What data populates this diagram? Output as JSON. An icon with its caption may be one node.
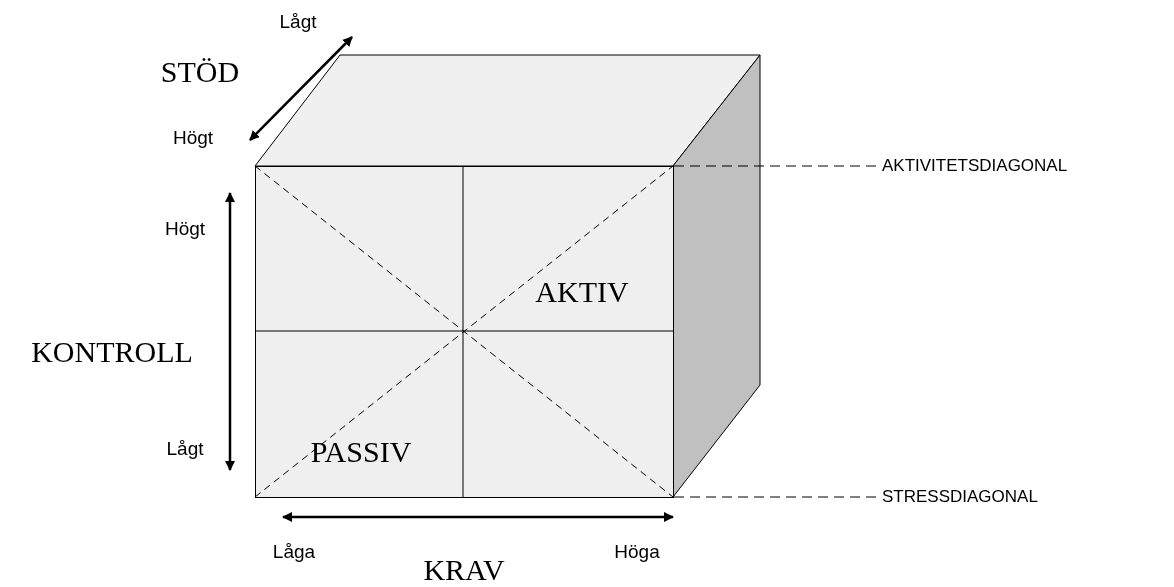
{
  "diagram": {
    "nodes": [
      {
        "text": [
          "AKTIV",
          "PASSIV"
        ]
      },
      {
        "text": [
          "AKTIVITETSDIAGONAL"
        ]
      },
      {
        "text": [
          "STRESSDIAGONAL"
        ]
      }
    ],
    "edges": [
      {
        "from": 1,
        "to": 0,
        "arrow": "none",
        "style": "dashed"
      },
      {
        "from": 2,
        "to": 0,
        "arrow": "none",
        "style": "dashed"
      }
    ],
    "labels": [
      "Lågt",
      "STÖD",
      "Högt",
      "Högt",
      "KONTROLL",
      "Lågt",
      "Låga",
      "Höga",
      "KRAV"
    ]
  }
}
